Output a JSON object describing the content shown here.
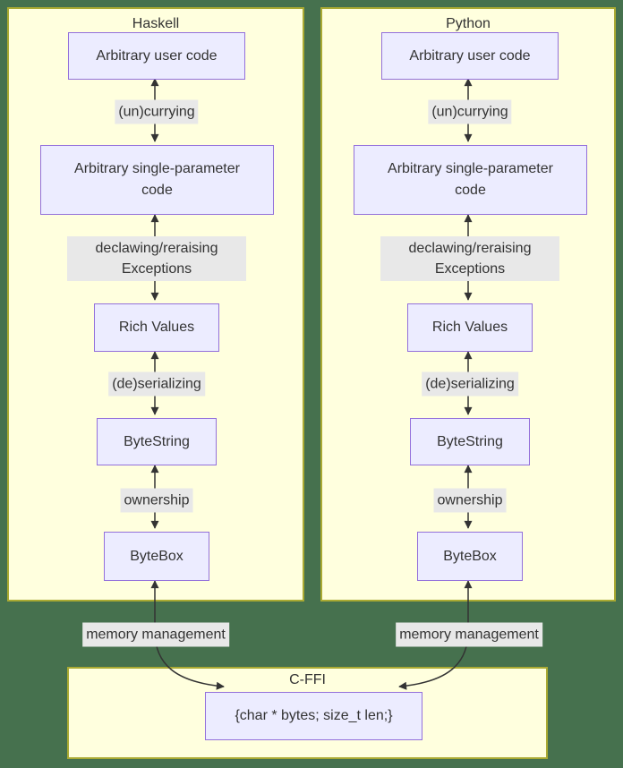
{
  "diagram": {
    "columns": [
      {
        "title": "Haskell",
        "nodes": {
          "user_code": "Arbitrary user code",
          "single_param": "Arbitrary single-parameter code",
          "rich_values": "Rich Values",
          "bytestring": "ByteString",
          "bytebox": "ByteBox"
        },
        "edge_labels": {
          "currying": "(un)currying",
          "exceptions": "declawing/reraising Exceptions",
          "serializing": "(de)serializing",
          "ownership": "ownership"
        },
        "memory_label": "memory management"
      },
      {
        "title": "Python",
        "nodes": {
          "user_code": "Arbitrary user code",
          "single_param": "Arbitrary single-parameter code",
          "rich_values": "Rich Values",
          "bytestring": "ByteString",
          "bytebox": "ByteBox"
        },
        "edge_labels": {
          "currying": "(un)currying",
          "exceptions": "declawing/reraising Exceptions",
          "serializing": "(de)serializing",
          "ownership": "ownership"
        },
        "memory_label": "memory management"
      }
    ],
    "cffi": {
      "title": "C-FFI",
      "node": "{char * bytes; size_t len;}"
    },
    "colors": {
      "page_background": "#46714e",
      "cluster_fill": "#ffffde",
      "cluster_border": "#aaaa33",
      "node_fill": "#ececff",
      "node_border": "#9370db",
      "edge_label_background": "#e8e8e8",
      "line": "#333333",
      "text": "#333333"
    }
  }
}
